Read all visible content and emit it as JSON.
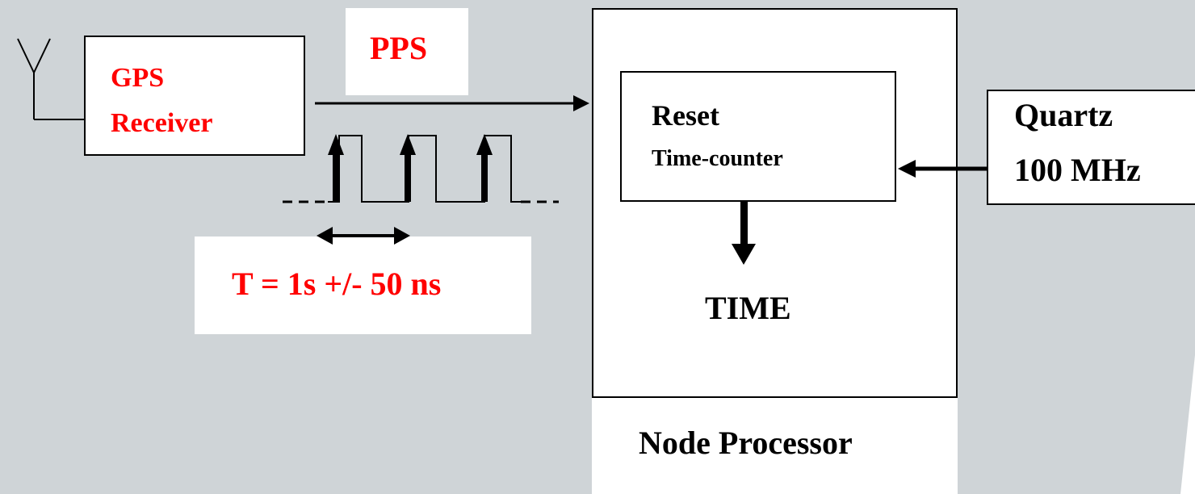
{
  "gps": {
    "line1": "GPS",
    "line2": "Receiver"
  },
  "pps_label": "PPS",
  "period_label": "T = 1s +/- 50 ns",
  "node": {
    "reset_title": "Reset",
    "counter_label": "Time-counter",
    "time_label": "TIME",
    "caption": "Node Processor"
  },
  "quartz": {
    "line1": "Quartz",
    "line2": "100 MHz"
  },
  "colors": {
    "background": "#cfd4d7",
    "accent_text": "#ff0000",
    "line": "#000000",
    "box_fill": "#ffffff"
  },
  "icons": {
    "antenna": "antenna-icon"
  }
}
